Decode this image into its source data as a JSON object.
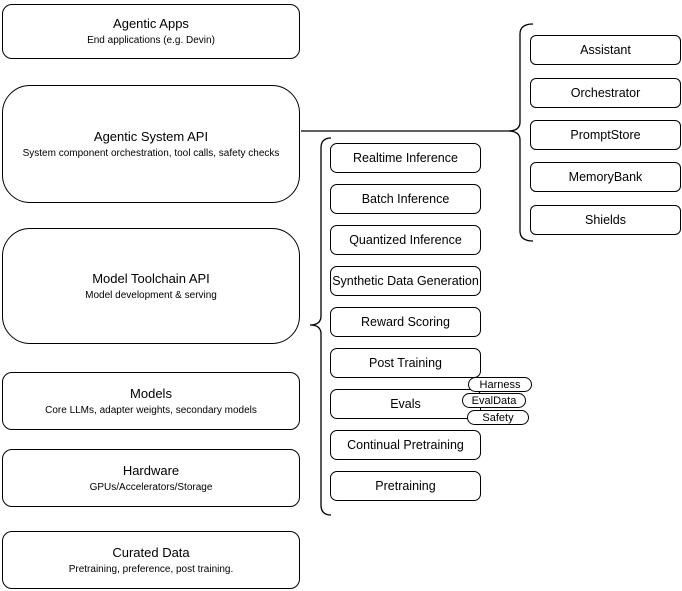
{
  "diagram": {
    "title_hint": "Agentic system stack diagram",
    "colors": {
      "stroke": "#000000",
      "fill": "#ffffff",
      "text": "#000000"
    },
    "left_stack": [
      {
        "title": "Agentic Apps",
        "subtitle": "End applications (e.g. Devin)"
      },
      {
        "title": "Agentic System API",
        "subtitle": "System component orchestration, tool calls, safety checks"
      },
      {
        "title": "Model Toolchain API",
        "subtitle": "Model development & serving"
      },
      {
        "title": "Models",
        "subtitle": "Core LLMs, adapter weights, secondary models"
      },
      {
        "title": "Hardware",
        "subtitle": "GPUs/Accelerators/Storage"
      },
      {
        "title": "Curated Data",
        "subtitle": "Pretraining, preference, post training."
      }
    ],
    "toolchain_components": [
      "Realtime Inference",
      "Batch Inference",
      "Quantized Inference",
      "Synthetic Data Generation",
      "Reward Scoring",
      "Post Training",
      "Evals",
      "Continual Pretraining",
      "Pretraining"
    ],
    "evals_tags": [
      "Harness",
      "EvalData",
      "Safety"
    ],
    "system_components": [
      "Assistant",
      "Orchestrator",
      "PromptStore",
      "MemoryBank",
      "Shields"
    ]
  }
}
